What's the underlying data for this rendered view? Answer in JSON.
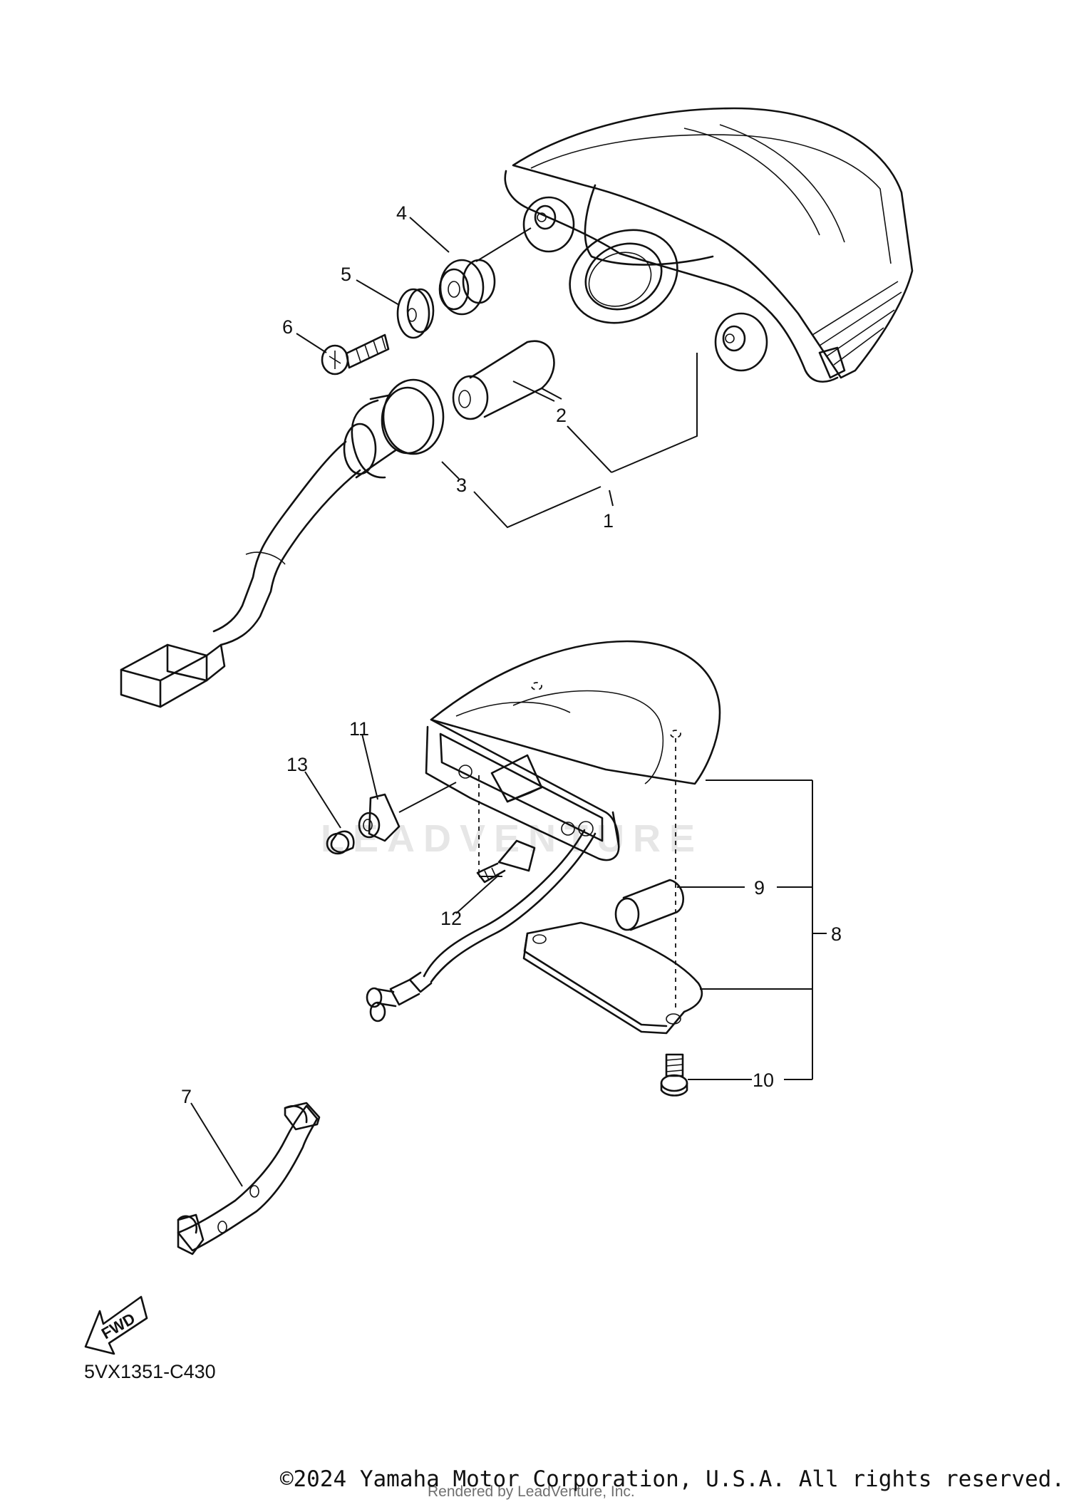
{
  "diagram": {
    "callouts": [
      "1",
      "2",
      "3",
      "4",
      "5",
      "6",
      "7",
      "8",
      "9",
      "10",
      "11",
      "12",
      "13"
    ],
    "fwd_label": "FWD",
    "drawing_code": "5VX1351-C430",
    "watermark": "LEADVENTURE"
  },
  "footer": {
    "copyright": "©2024 Yamaha Motor Corporation, U.S.A. All rights reserved.",
    "rendered_by": "Rendered by LeadVenture, Inc."
  }
}
